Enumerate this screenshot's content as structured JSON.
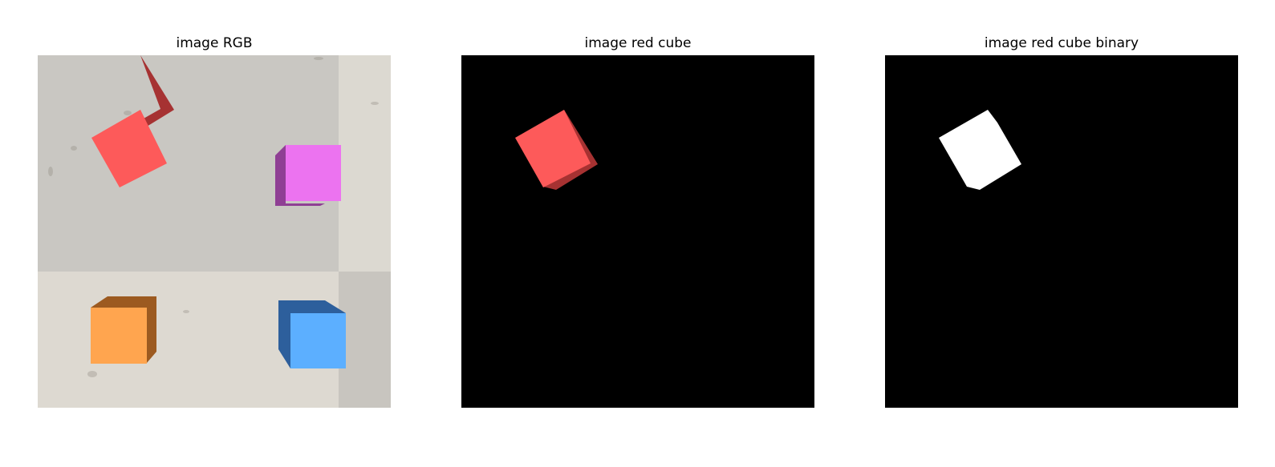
{
  "figure": {
    "panels": [
      {
        "title": "image RGB"
      },
      {
        "title": "image red cube"
      },
      {
        "title": "image red cube binary"
      }
    ]
  },
  "colors": {
    "red_cube_top": "#fd5a5a",
    "red_cube_side": "#a63232",
    "magenta_cube_top": "#ec73f0",
    "magenta_cube_side": "#8f3f94",
    "orange_cube_top": "#ffa54f",
    "orange_cube_side": "#9c5a20",
    "blue_cube_top": "#5cafff",
    "blue_cube_side": "#2d5f9c",
    "background_black": "#000000",
    "mask_white": "#ffffff",
    "floor_tile_dark": "#c8c6c1",
    "floor_tile_light": "#dbd8d0"
  }
}
